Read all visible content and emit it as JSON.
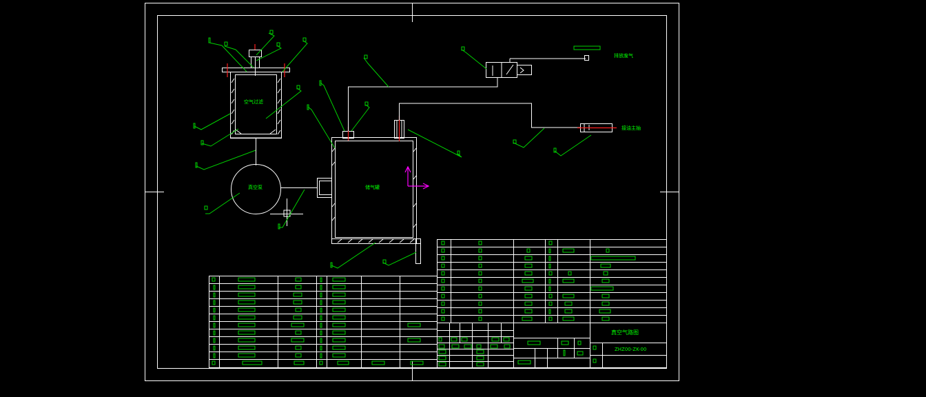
{
  "labels": {
    "air_filter": "空气过滤",
    "vacuum_pump": "真空泵",
    "gas_tank": "储气罐",
    "exhaust": "排放废气",
    "pipe_outlet": "接油主抽"
  },
  "title_block": {
    "drawing_name": "真空气路图",
    "drawing_number": "ZHZ00-ZK-00"
  },
  "colors": {
    "line": "#ffffff",
    "annotation": "#00d000",
    "centerline": "#ff2020",
    "ucs": "#ff00ff",
    "background": "#000000"
  }
}
